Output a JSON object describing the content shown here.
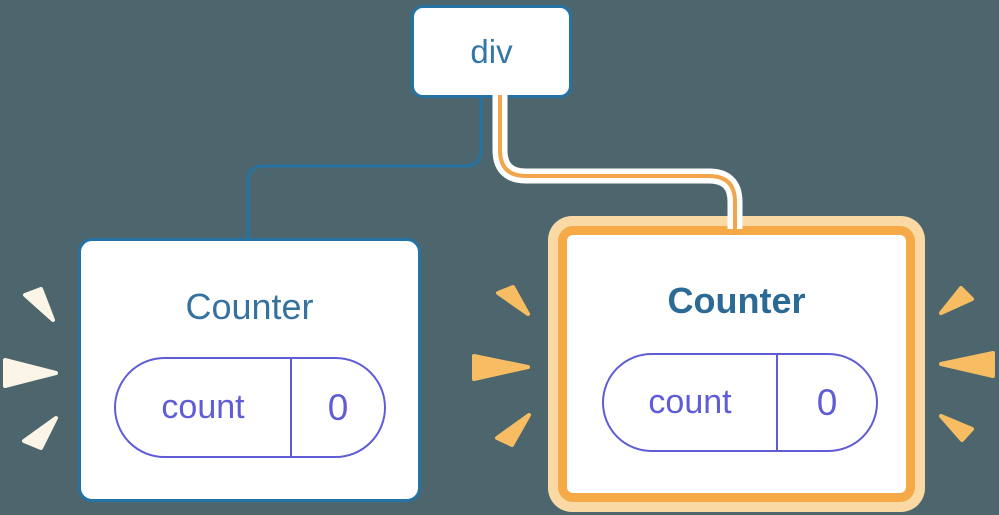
{
  "root_node": {
    "label": "div"
  },
  "left_counter": {
    "title": "Counter",
    "pill": {
      "label": "count",
      "value": "0"
    }
  },
  "right_counter": {
    "title": "Counter",
    "pill": {
      "label": "count",
      "value": "0"
    }
  },
  "icons": [
    "spark-burst-left-icon",
    "spark-burst-middle-icon",
    "spark-burst-right-icon"
  ],
  "colors": {
    "background": "#4D666E",
    "card_background": "#FFFFFF",
    "blue_stroke": "#2573A4",
    "root_label_blue": "#3377AA",
    "title_blue_left": "#35739E",
    "title_blue_right": "#2A6A94",
    "state_purple": "#5F5CD6",
    "orange_line": "#F2A54B",
    "orange_border_strong": "#F5A947",
    "orange_glow_pale": "#FAD9A4",
    "spark_white": "#FBF5E7",
    "spark_orange": "#F8BD62",
    "line_casing_white": "#FFFFFF"
  }
}
